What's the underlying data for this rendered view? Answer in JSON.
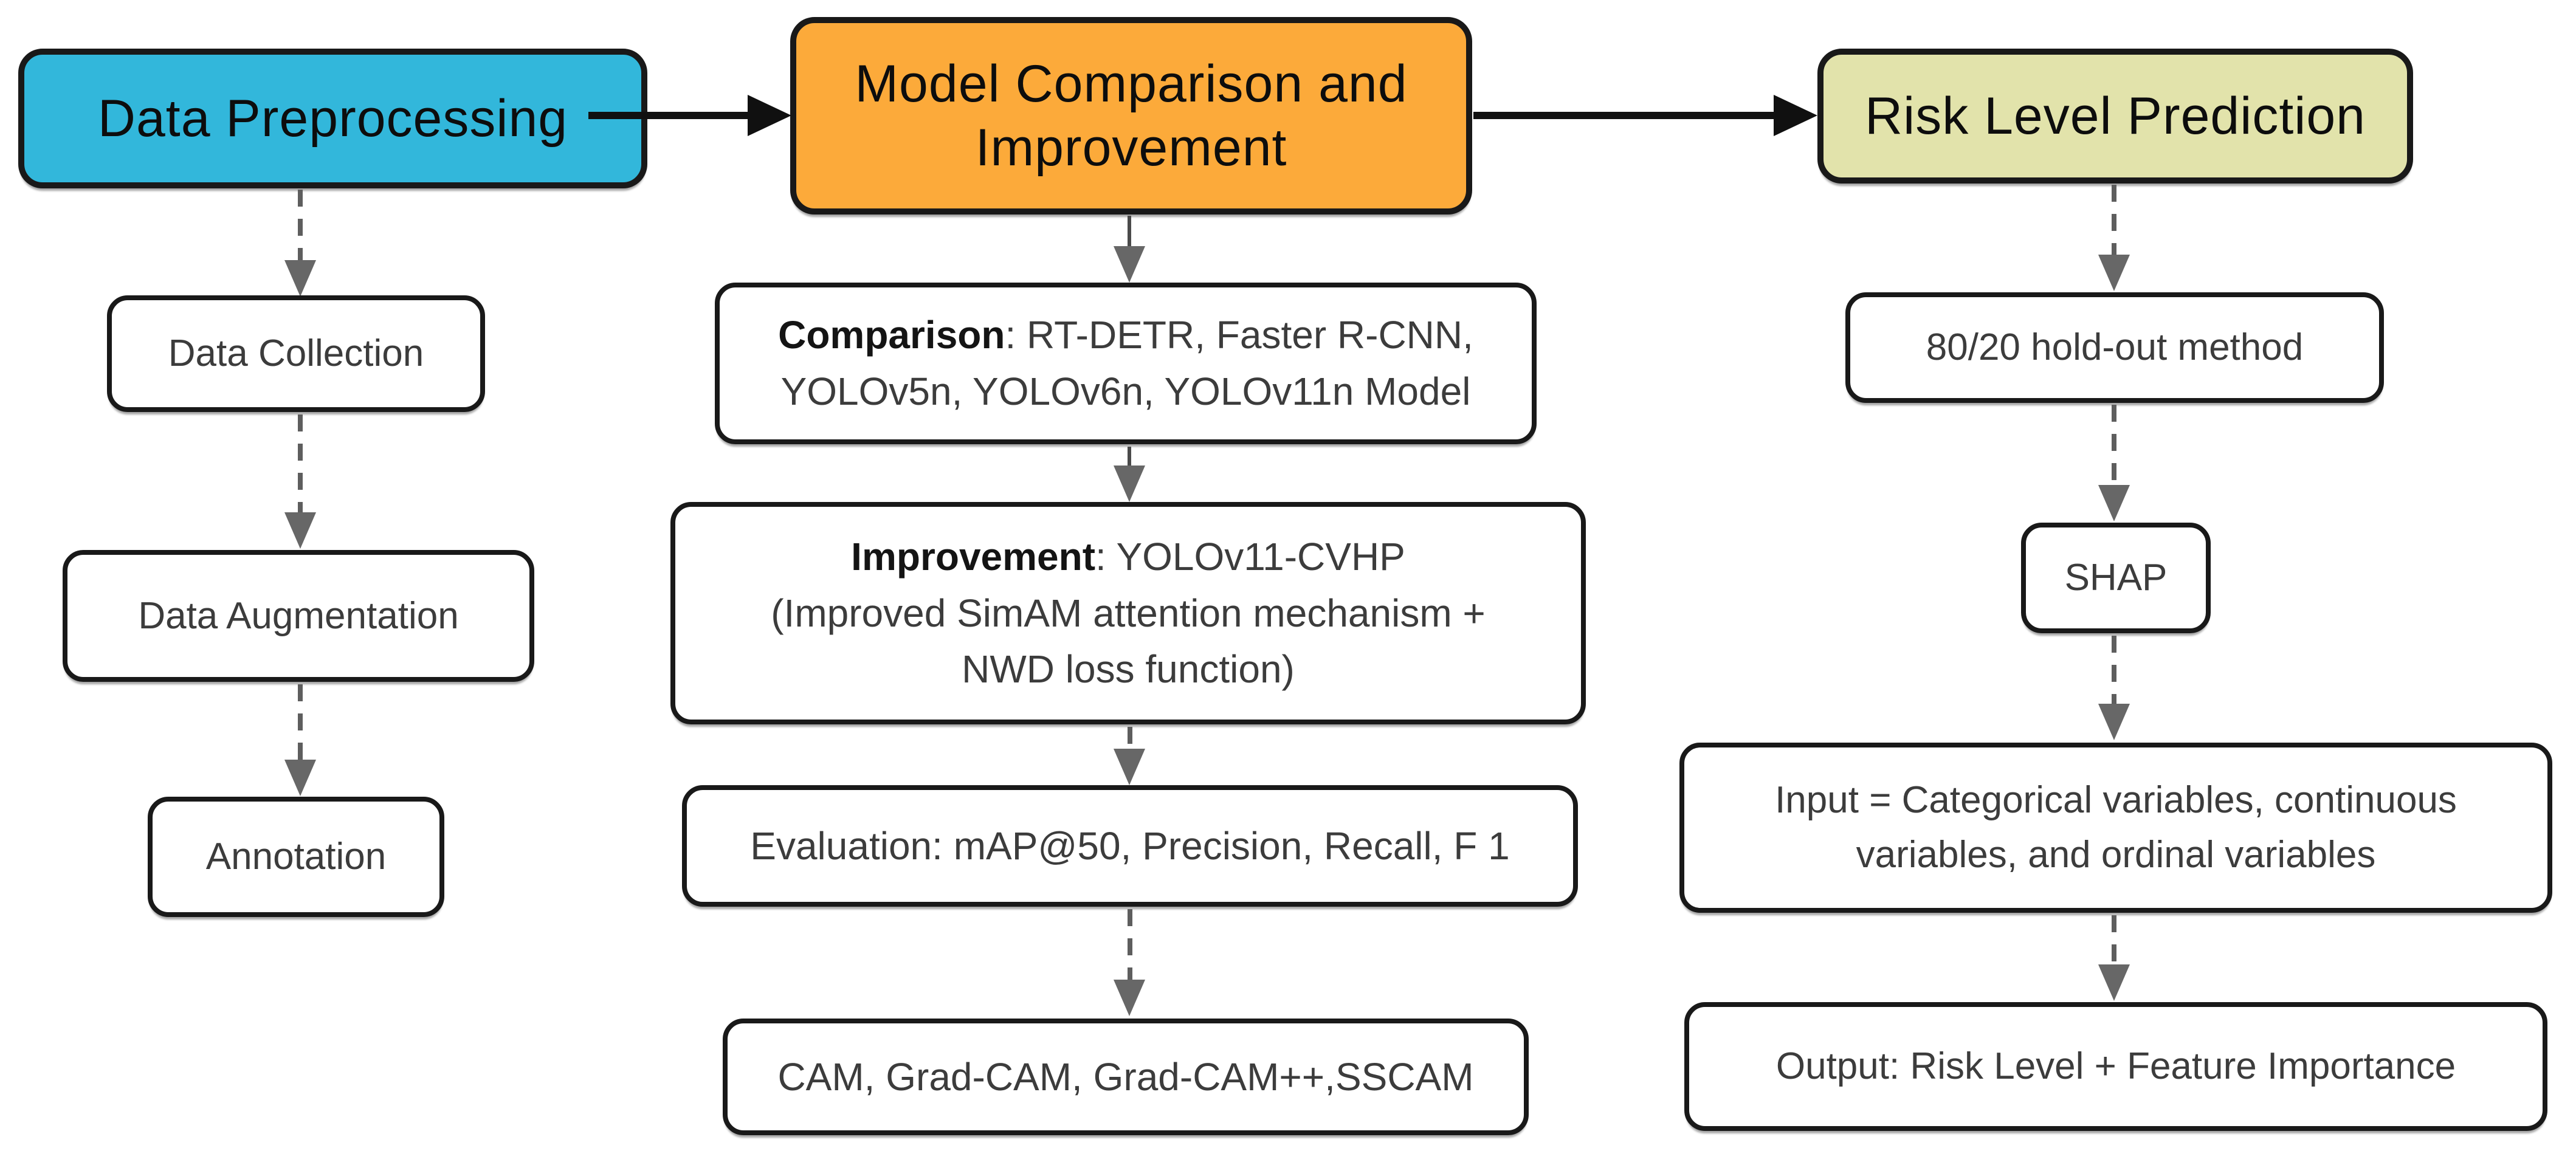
{
  "colors": {
    "header_left_bg": "#32b7db",
    "header_middle_bg": "#fcaa3a",
    "header_right_bg": "#e2e3ab",
    "solid_arrow": "#101010",
    "dashed_arrow": "#5e5e5e",
    "node_border": "#191919",
    "node_text": "#3c3c3c"
  },
  "columns": {
    "left": {
      "header": {
        "label": "Data Preprocessing",
        "bg": "#32b7db"
      },
      "boxes": [
        {
          "label": "Data Collection"
        },
        {
          "label": "Data Augmentation"
        },
        {
          "label": "Annotation"
        }
      ]
    },
    "middle": {
      "header": {
        "label": "Model Comparison and Improvement",
        "bg": "#fcaa3a"
      },
      "boxes": [
        {
          "bold": "Comparison",
          "rest": ": RT-DETR, Faster R-CNN, YOLOv5n, YOLOv6n, YOLOv11n Model"
        },
        {
          "bold": "Improvement",
          "rest": ": YOLOv11-CVHP (Improved SimAM attention mechanism + NWD loss function)"
        },
        {
          "label": "Evaluation: mAP@50, Precision, Recall, F 1"
        },
        {
          "label": "CAM, Grad-CAM, Grad-CAM++,SSCAM"
        }
      ]
    },
    "right": {
      "header": {
        "label": "Risk Level Prediction",
        "bg": "#e2e3ab"
      },
      "boxes": [
        {
          "label": "80/20 hold-out method"
        },
        {
          "label": "SHAP"
        },
        {
          "label": "Input = Categorical variables, continuous variables, and ordinal variables"
        },
        {
          "label": "Output: Risk Level + Feature Importance"
        }
      ]
    }
  }
}
